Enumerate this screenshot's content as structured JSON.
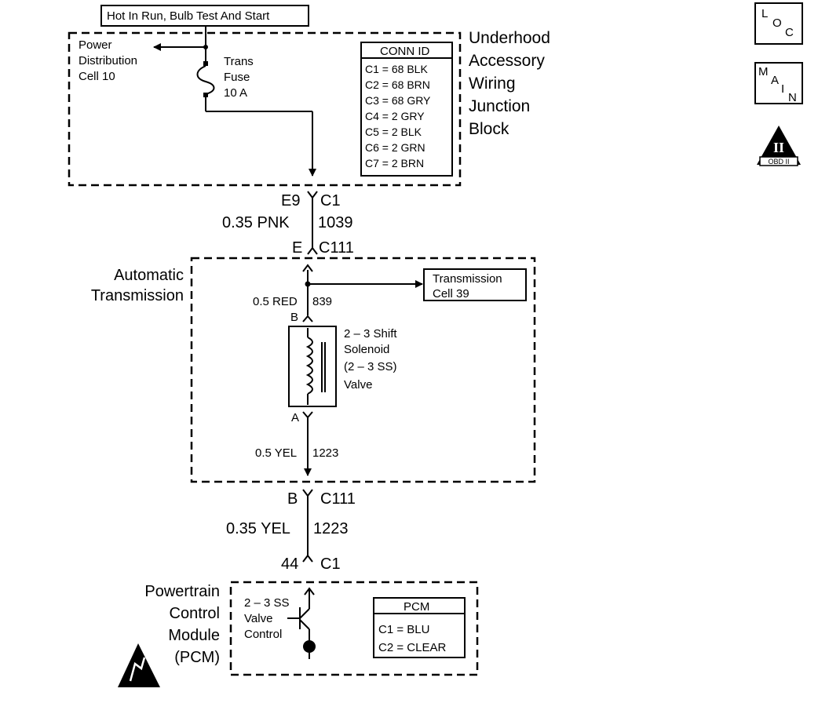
{
  "power_label": "Hot In Run, Bulb Test And Start",
  "underhood": {
    "pdc": [
      "Power",
      "Distribution",
      "Cell 10"
    ],
    "fuse": [
      "Trans",
      "Fuse",
      "10 A"
    ],
    "conn_title": "CONN ID",
    "conn_rows": [
      "C1 = 68 BLK",
      "C2 = 68 BRN",
      "C3 = 68 GRY",
      "C4 = 2 GRY",
      "C5 = 2 BLK",
      "C6 = 2 GRN",
      "C7 = 2 BRN"
    ],
    "name": [
      "Underhood",
      "Accessory",
      "Wiring",
      "Junction",
      "Block"
    ]
  },
  "c1_top": {
    "pin": "E9",
    "conn": "C1"
  },
  "wire1": {
    "size_color": "0.35 PNK",
    "circuit": "1039"
  },
  "c111_top": {
    "pin": "E",
    "conn": "C111"
  },
  "auto_trans": {
    "name": [
      "Automatic",
      "Transmission"
    ],
    "tcell": [
      "Transmission",
      "Cell 39"
    ],
    "wire_b": {
      "size_color": "0.5 RED",
      "circuit": "839"
    },
    "pin_b": "B",
    "pin_a": "A",
    "solenoid": [
      "2 – 3 Shift",
      "Solenoid",
      "(2 – 3 SS)",
      "Valve"
    ],
    "wire_a": {
      "size_color": "0.5 YEL",
      "circuit": "1223"
    }
  },
  "c111_bot": {
    "pin": "B",
    "conn": "C111"
  },
  "wire2": {
    "size_color": "0.35 YEL",
    "circuit": "1223"
  },
  "c1_bot": {
    "pin": "44",
    "conn": "C1"
  },
  "pcm": {
    "name": [
      "Powertrain",
      "Control",
      "Module",
      "(PCM)"
    ],
    "control": [
      "2 – 3 SS",
      "Valve",
      "Control"
    ],
    "conn_title": "PCM",
    "conn_rows": [
      "C1 = BLU",
      "C2 = CLEAR"
    ]
  },
  "icons": {
    "loc": [
      "L",
      "O",
      "C"
    ],
    "main": [
      "M",
      "A",
      "I",
      "N"
    ],
    "obd": [
      "II",
      "OBD II"
    ]
  }
}
